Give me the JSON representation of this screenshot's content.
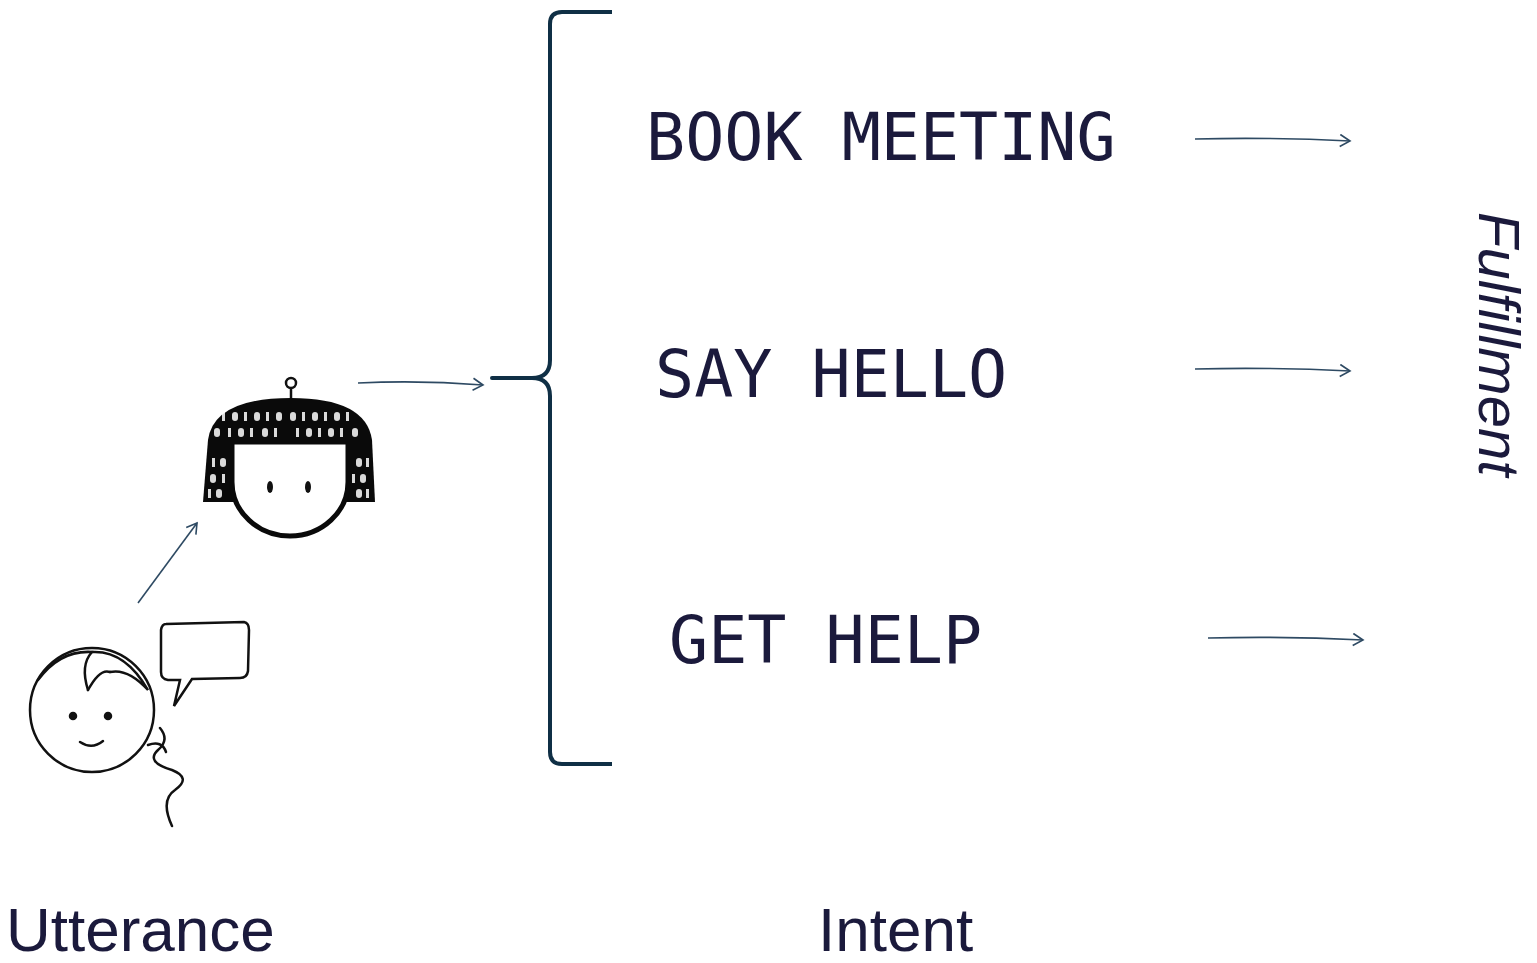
{
  "diagram": {
    "labels": [
      "BOOK MEETING",
      "SAY HELLO",
      "GET HELP",
      "Fulfillment",
      "Utterance",
      "Intent"
    ]
  }
}
